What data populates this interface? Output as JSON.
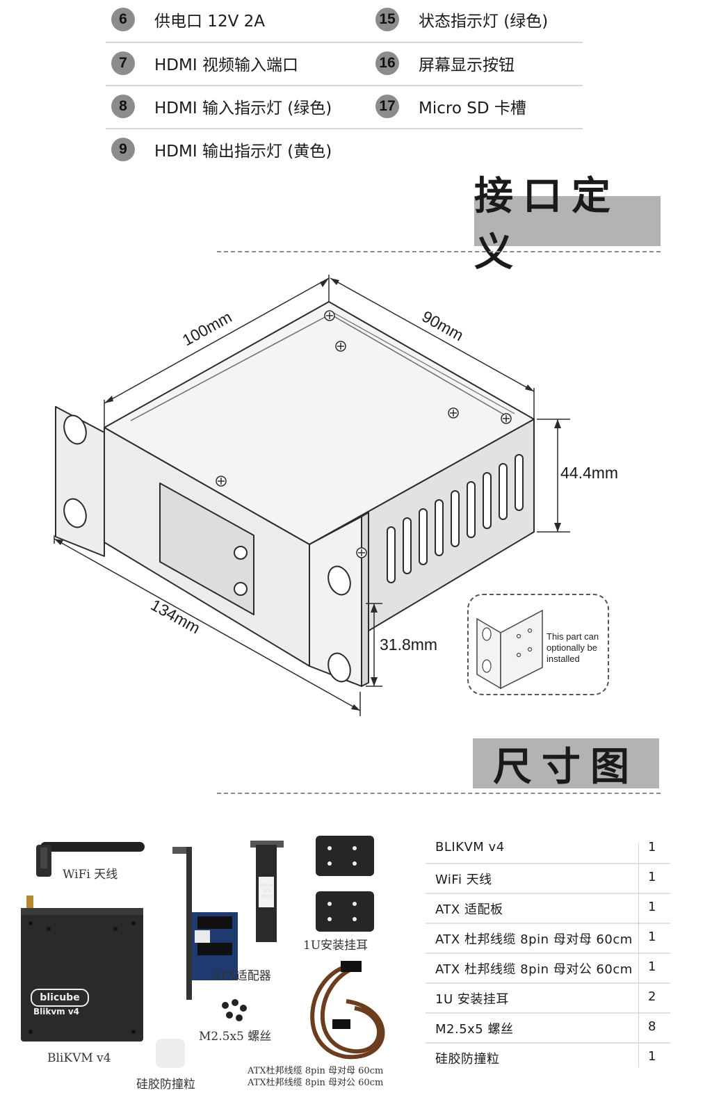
{
  "ports": [
    {
      "num": "6",
      "label": "供电口 12V 2A"
    },
    {
      "num": "15",
      "label": "状态指示灯 (绿色)"
    },
    {
      "num": "7",
      "label": "HDMI 视频输入端口"
    },
    {
      "num": "16",
      "label": "屏幕显示按钮"
    },
    {
      "num": "8",
      "label": "HDMI 输入指示灯 (绿色)"
    },
    {
      "num": "17",
      "label": "Micro SD 卡槽"
    },
    {
      "num": "9",
      "label": "HDMI 输出指示灯 (黄色)"
    }
  ],
  "sections": {
    "interface_title": "接口定义",
    "dimensions_title": "尺寸图"
  },
  "dimensions": {
    "width": "100mm",
    "depth": "90mm",
    "height": "44.4mm",
    "length": "134mm",
    "ear_height": "31.8mm"
  },
  "optional_note": [
    "This part can",
    "optionally be",
    "installed"
  ],
  "device": {
    "brand": "blicube",
    "model_text": "Blikvm v4",
    "bracket_text": [
      "Blikvm",
      "ATX",
      "ONLY"
    ]
  },
  "package_labels": {
    "antenna": "WiFi 天线",
    "device": "BliKVM v4",
    "atx": "ATX适配器",
    "ears": "1U安装挂耳",
    "screws": "M2.5x5 螺丝",
    "pads": "硅胶防撞粒",
    "cable1": "ATX杜邦线缆 8pin 母对母 60cm",
    "cable2": "ATX杜邦线缆 8pin 母对公 60cm"
  },
  "package_list": [
    {
      "name": "BLIKVM v4",
      "qty": "1"
    },
    {
      "name": "WiFi 天线",
      "qty": "1"
    },
    {
      "name": "ATX 适配板",
      "qty": "1"
    },
    {
      "name": "ATX 杜邦线缆 8pin 母对母 60cm",
      "qty": "1"
    },
    {
      "name": "ATX 杜邦线缆 8pin 母对公 60cm",
      "qty": "1"
    },
    {
      "name": "1U 安装挂耳",
      "qty": "2"
    },
    {
      "name": "M2.5x5 螺丝",
      "qty": "8"
    },
    {
      "name": "硅胶防撞粒",
      "qty": "1"
    }
  ],
  "colors": {
    "badge": "#8c8c8c",
    "section_header": "#b3b3b3",
    "device_body": "#2a2a2a",
    "atx_board": "#1f3a6e"
  }
}
